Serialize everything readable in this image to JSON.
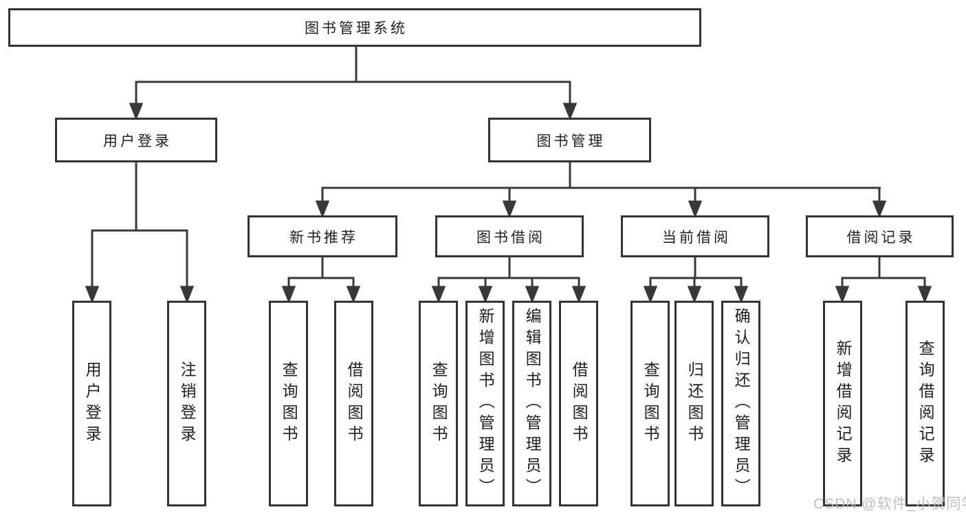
{
  "diagram_type": "hierarchy-tree",
  "root": {
    "label": "图书管理系统",
    "children": [
      {
        "label": "用户登录",
        "children": [
          {
            "label": "用户登录"
          },
          {
            "label": "注销登录"
          }
        ]
      },
      {
        "label": "图书管理",
        "children": [
          {
            "label": "新书推荐",
            "children": [
              {
                "label": "查询图书"
              },
              {
                "label": "借阅图书"
              }
            ]
          },
          {
            "label": "图书借阅",
            "children": [
              {
                "label": "查询图书"
              },
              {
                "label": "新增图书（管理员）"
              },
              {
                "label": "编辑图书（管理员）"
              },
              {
                "label": "借阅图书"
              }
            ]
          },
          {
            "label": "当前借阅",
            "children": [
              {
                "label": "查询图书"
              },
              {
                "label": "归还图书"
              },
              {
                "label": "确认归还（管理员）"
              }
            ]
          },
          {
            "label": "借阅记录",
            "children": [
              {
                "label": "新增借阅记录"
              },
              {
                "label": "查询借阅记录"
              }
            ]
          }
        ]
      }
    ]
  },
  "watermark": {
    "text": "CSDN @软件_小贺同学"
  },
  "colors": {
    "background": "#ffffff",
    "line": "#383838",
    "box_border": "#333333",
    "text": "#1f1f1f",
    "watermark": "#b8b8b8"
  }
}
